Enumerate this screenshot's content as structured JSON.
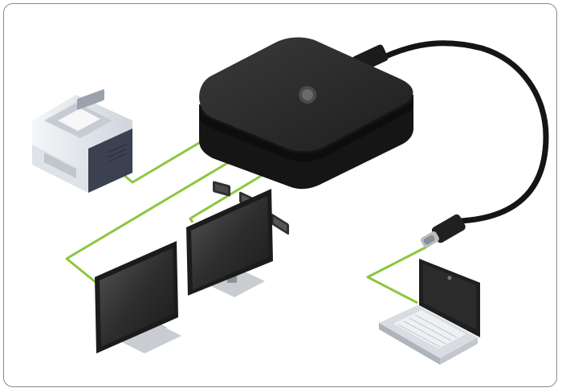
{
  "colors": {
    "connection": "#8dc63f",
    "dock_body": "#1c1c1c",
    "dock_top": "#2a2a2a",
    "cable": "#151515",
    "printer_body": "#e9edf1",
    "printer_base": "#3b4150",
    "monitor_bezel": "#1b1b1b",
    "monitor_screen": "#3a3a3a",
    "laptop_body": "#d9dde2",
    "laptop_screen": "#1f1f1f"
  },
  "devices": {
    "dock": {
      "icon": "docking-station-icon"
    },
    "printer": {
      "icon": "printer-icon"
    },
    "monitor_left": {
      "icon": "monitor-icon"
    },
    "monitor_right": {
      "icon": "monitor-icon"
    },
    "laptop": {
      "icon": "laptop-icon"
    },
    "usb_c_cable": {
      "icon": "usb-c-cable-icon"
    }
  },
  "connections": [
    {
      "from": "printer",
      "to": "dock-usb-port"
    },
    {
      "from": "monitor-left",
      "to": "dock-displayport-1"
    },
    {
      "from": "monitor-right",
      "to": "dock-displayport-2"
    },
    {
      "from": "laptop",
      "to": "usb-c-connector"
    }
  ]
}
